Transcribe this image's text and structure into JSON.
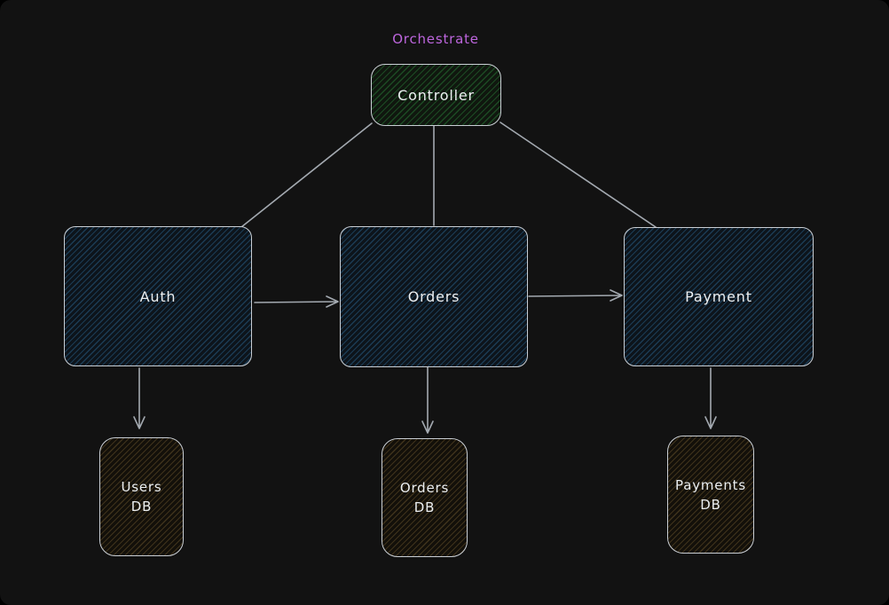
{
  "canvas": {
    "background_color": "#121212",
    "stroke_color": "#c9ced4",
    "connector_color": "#a3a9b0",
    "text_color": "#eceff1"
  },
  "annotation": {
    "orchestrate_label": "Orchestrate",
    "orchestrate_color": "#bd66dd"
  },
  "nodes": {
    "controller": {
      "label": "Controller",
      "fill_accent": "#2f9e44",
      "shape": "rounded-rectangle"
    },
    "auth": {
      "label": "Auth",
      "fill_accent": "#29628c",
      "shape": "rounded-rectangle"
    },
    "orders": {
      "label": "Orders",
      "fill_accent": "#29628c",
      "shape": "rounded-rectangle"
    },
    "payment": {
      "label": "Payment",
      "fill_accent": "#29628c",
      "shape": "rounded-rectangle"
    },
    "users_db": {
      "line1": "Users",
      "line2": "DB",
      "fill_accent": "#9a7b3f",
      "shape": "rounded-rectangle"
    },
    "orders_db": {
      "line1": "Orders",
      "line2": "DB",
      "fill_accent": "#9a7b3f",
      "shape": "rounded-rectangle"
    },
    "payments_db": {
      "line1": "Payments",
      "line2": "DB",
      "fill_accent": "#9a7b3f",
      "shape": "rounded-rectangle"
    }
  },
  "edges": [
    {
      "from": "controller",
      "to": "auth",
      "arrow": false
    },
    {
      "from": "controller",
      "to": "orders",
      "arrow": false
    },
    {
      "from": "controller",
      "to": "payment",
      "arrow": false
    },
    {
      "from": "auth",
      "to": "orders",
      "arrow": true
    },
    {
      "from": "orders",
      "to": "payment",
      "arrow": true
    },
    {
      "from": "auth",
      "to": "users_db",
      "arrow": true
    },
    {
      "from": "orders",
      "to": "orders_db",
      "arrow": true
    },
    {
      "from": "payment",
      "to": "payments_db",
      "arrow": true
    }
  ]
}
